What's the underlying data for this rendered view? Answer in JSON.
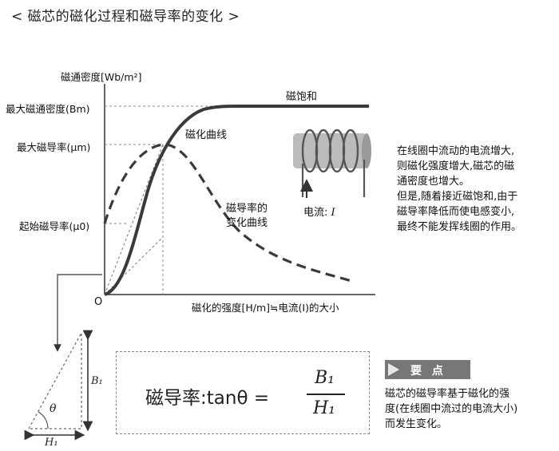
{
  "title": "< 磁芯的磁化过程和磁导率的变化 >",
  "axes": {
    "y_label": "磁通密度[Wb/m²]",
    "x_label": "磁化的强度[H/m]≒电流(I)的大小",
    "origin": "O",
    "tick_labels": {
      "bm": "最大磁通密度(Bm)",
      "mum": "最大磁导率(μm)",
      "mu0": "起始磁导率(μ0)"
    }
  },
  "curve_labels": {
    "saturation": "磁饱和",
    "magnetization": "磁化曲线",
    "permeability_line1": "磁导率的",
    "permeability_line2": "变化曲线"
  },
  "coil": {
    "current_label": "电流:",
    "current_symbol": "I"
  },
  "explanation": [
    "在线圈中流动的电流增大,",
    "则磁化强度增大,磁芯的磁",
    "通密度也增大。",
    "但是,随着接近磁饱和,由于",
    "磁导率降低而使电感变小,",
    "最终不能发挥线圈的作用。"
  ],
  "triangle": {
    "b_label": "B₁",
    "h_label": "H₁",
    "angle_label": "θ"
  },
  "formula": {
    "prefix": "磁导率:tanθ =",
    "numerator": "B₁",
    "denominator": "H₁"
  },
  "key_point": {
    "tag": "要 点",
    "lines": [
      "磁芯的磁导率基于磁化的强",
      "度(在线圈中流过的电流大小)",
      "而发生变化。"
    ]
  },
  "colors": {
    "curve": "#3a3a3a",
    "guide": "#888888",
    "panel_tag": "#777777"
  },
  "icons": [
    "coil-icon",
    "arrow-up-icon",
    "arrow-down-icon",
    "double-arrow-icon",
    "play-triangle-icon"
  ]
}
